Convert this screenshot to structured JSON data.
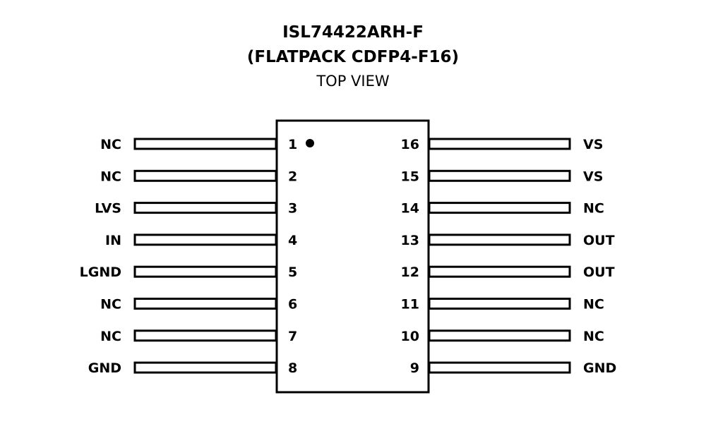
{
  "title": {
    "line1": "ISL74422ARH-F",
    "line2": "(FLATPACK CDFP4-F16)",
    "line3": "TOP VIEW"
  },
  "left_pins": [
    {
      "number": "1",
      "name": "NC"
    },
    {
      "number": "2",
      "name": "NC"
    },
    {
      "number": "3",
      "name": "LVS"
    },
    {
      "number": "4",
      "name": "IN"
    },
    {
      "number": "5",
      "name": "LGND"
    },
    {
      "number": "6",
      "name": "NC"
    },
    {
      "number": "7",
      "name": "NC"
    },
    {
      "number": "8",
      "name": "GND"
    }
  ],
  "right_pins": [
    {
      "number": "16",
      "name": "VS"
    },
    {
      "number": "15",
      "name": "VS"
    },
    {
      "number": "14",
      "name": "NC"
    },
    {
      "number": "13",
      "name": "OUT"
    },
    {
      "number": "12",
      "name": "OUT"
    },
    {
      "number": "11",
      "name": "NC"
    },
    {
      "number": "10",
      "name": "NC"
    },
    {
      "number": "9",
      "name": "GND"
    }
  ],
  "pin1_marker": "dot"
}
